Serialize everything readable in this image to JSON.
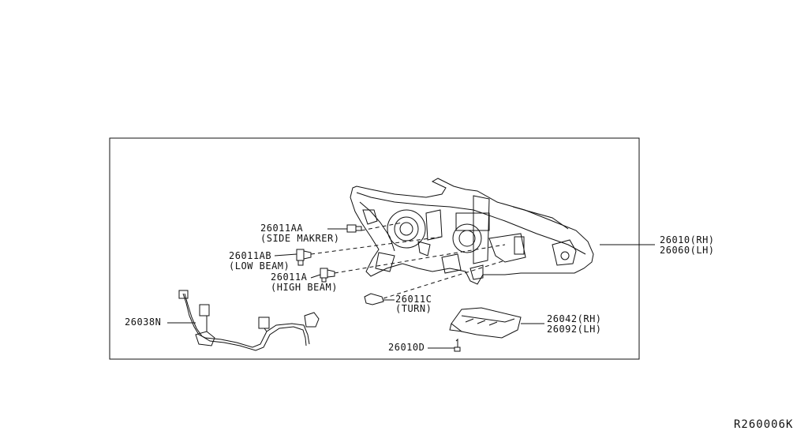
{
  "parts": {
    "side_marker": {
      "code": "26011AA",
      "desc": "(SIDE MAKRER)"
    },
    "low_beam": {
      "code": "26011AB",
      "desc": "(LOW BEAM)"
    },
    "high_beam": {
      "code": "26011A",
      "desc": "(HIGH BEAM)"
    },
    "turn": {
      "code": "26011C",
      "desc": "(TURN)"
    },
    "harness": {
      "code": "26038N"
    },
    "screw": {
      "code": "26010D"
    },
    "headlamp": {
      "rh": "26010(RH)",
      "lh": "26060(LH)"
    },
    "bracket": {
      "rh": "26042(RH)",
      "lh": "26092(LH)"
    }
  },
  "reference": "R260006K"
}
